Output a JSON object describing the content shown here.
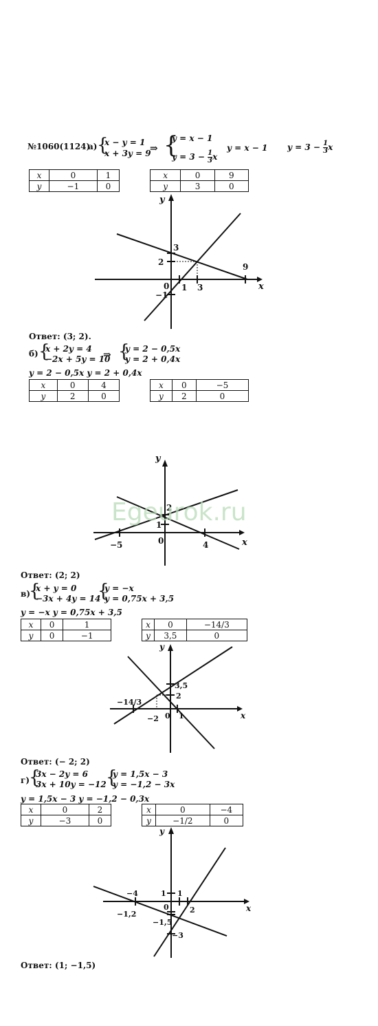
{
  "problem": {
    "number": "№1060(1124).",
    "a": {
      "label": "а)",
      "system": [
        "x − y = 1",
        "x + 3y = 9"
      ],
      "arrow": "⇒",
      "solved_1": "y = x − 1",
      "solved_2_prefix": "y = 3 − ",
      "solved_2_num": "1",
      "solved_2_den": "3",
      "solved_2_suffix": "x",
      "eq1": "y = x − 1",
      "eq2_prefix": "y = 3 − ",
      "eq2_num": "1",
      "eq2_den": "3",
      "eq2_suffix": "x",
      "table1": {
        "x": [
          "x",
          "0",
          "1"
        ],
        "y": [
          "y",
          "−1",
          "0"
        ]
      },
      "table2": {
        "x": [
          "x",
          "0",
          "9"
        ],
        "y": [
          "y",
          "3",
          "0"
        ]
      },
      "graph": {
        "axis_x": "x",
        "axis_y": "y",
        "labels": [
          "3",
          "2",
          "9",
          "0",
          "1",
          "3",
          "−1"
        ]
      },
      "answer": "Ответ: (3; 2)."
    },
    "b": {
      "label": "б)",
      "system": [
        "x + 2y = 4",
        "−2x + 5y = 10"
      ],
      "arrow": "⇒",
      "solved": [
        "y = 2 − 0,5x",
        "y = 2 + 0,4x"
      ],
      "eqs": "y = 2 − 0,5x   y = 2 + 0,4x",
      "table1": {
        "x": [
          "x",
          "0",
          "4"
        ],
        "y": [
          "y",
          "2",
          "0"
        ]
      },
      "table2": {
        "x": [
          "x",
          "0",
          "−5"
        ],
        "y": [
          "y",
          "2",
          "0"
        ]
      },
      "graph": {
        "axis_x": "x",
        "axis_y": "y",
        "labels": [
          "2",
          "1",
          "−5",
          "0",
          "4"
        ]
      },
      "answer": "Ответ: (2; 2)"
    },
    "v": {
      "label": "в)",
      "system": [
        "x + y = 0",
        "−3x + 4y = 14"
      ],
      "solved": [
        "y = −x",
        "y = 0,75x + 3,5"
      ],
      "eqs": "y = −x       y = 0,75x + 3,5",
      "table1": {
        "x": [
          "x",
          "0",
          "1"
        ],
        "y": [
          "y",
          "0",
          "−1"
        ]
      },
      "table2": {
        "x": [
          "x",
          "0",
          "−14/3"
        ],
        "y": [
          "y",
          "3,5",
          "0"
        ]
      },
      "graph": {
        "axis_x": "x",
        "axis_y": "y",
        "labels": [
          "3,5",
          "2",
          "−14/3",
          "−2",
          "0",
          "1"
        ]
      },
      "answer": "Ответ: (− 2; 2)"
    },
    "g": {
      "label": "г)",
      "system": [
        "3x − 2y = 6",
        "3x + 10y = −12"
      ],
      "solved": [
        "y = 1,5x − 3",
        "y = −1,2 −  3x"
      ],
      "eqs": "y = 1,5x − 3    y = −1,2 − 0,3x",
      "table1": {
        "x": [
          "x",
          "0",
          "2"
        ],
        "y": [
          "y",
          "−3",
          "0"
        ]
      },
      "table2": {
        "x": [
          "x",
          "0",
          "−4"
        ],
        "y": [
          "y",
          "−1/2",
          "0"
        ]
      },
      "graph": {
        "axis_x": "x",
        "axis_y": "y",
        "labels": [
          "−4",
          "1",
          "1",
          "0",
          "2",
          "−1,2",
          "−1,5",
          "−3"
        ]
      },
      "answer": "Ответ: (1; −1,5)"
    }
  },
  "watermark": "Egeurok.ru"
}
